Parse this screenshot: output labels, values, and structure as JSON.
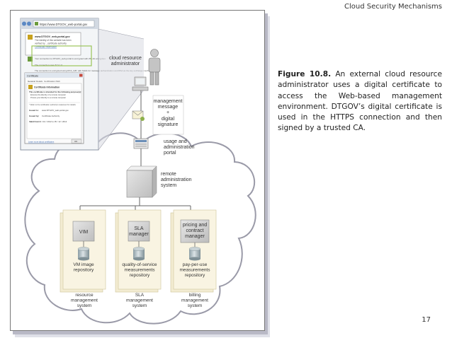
{
  "header": {
    "title": "Cloud Security Mechanisms"
  },
  "caption": {
    "label": "Figure 10.8.",
    "text": "An external cloud resource administrator uses a digital certificate to access the Web-based management environment. DTGOV’s digital certificate is used in the HTTPS connection and then signed by a trusted CA."
  },
  "page_number": "17",
  "browser": {
    "url": "https://www.DTGOV_web-portal.gov",
    "popup_lines": [
      "www.DTGOV_web-portal.gov",
      "The identity of this website has been",
      "verified by ...certificate authority",
      "Certificate information"
    ],
    "info_lines": [
      "Your connection to DTGOV_web-portal is encrypted with 256-bit encryption.",
      "The connection uses TLS 1.0.",
      "The connection is encrypted using RC4_128, with SHA1 for message authentication and RSA as the key exchange mechanism."
    ]
  },
  "certificate": {
    "title": "Certificate",
    "tabs": [
      "General",
      "Details",
      "Certification Path"
    ],
    "heading": "Certificate Information",
    "purpose_intro": "This certificate is intended for the following purpose(s):",
    "purposes": [
      "Ensures the identity of a remote computer",
      "Proves your identity to a remote computer"
    ],
    "note": "* Refer to the certification authority's statement for details.",
    "fields": [
      {
        "label": "Issued to:",
        "value": "www.DTGOV_web-portal.gov"
      },
      {
        "label": "Issued by:",
        "value": "Certificate Authority"
      },
      {
        "label": "Valid from",
        "value": "04 / 02 / 2012  to  05 / 12 / 2014"
      }
    ],
    "link": "Learn more about certificates",
    "ok_label": "OK"
  },
  "diagram": {
    "admin_label": [
      "cloud resource",
      "administrator"
    ],
    "message_label": [
      "management",
      "message",
      "+",
      "digital",
      "signature"
    ],
    "portal_label": [
      "usage and",
      "administration",
      "portal"
    ],
    "remote_label": [
      "remote",
      "administration",
      "system"
    ],
    "modules": [
      {
        "box": [
          "VIM"
        ],
        "repo": [
          "VM image",
          "repository"
        ],
        "system": [
          "resource",
          "management",
          "system"
        ]
      },
      {
        "box": [
          "SLA",
          "manager"
        ],
        "repo": [
          "quality-of-service",
          "measurements",
          "repository"
        ],
        "system": [
          "SLA",
          "management",
          "system"
        ]
      },
      {
        "box": [
          "pricing and",
          "contract",
          "manager"
        ],
        "repo": [
          "pay-per-use",
          "measurements",
          "repository"
        ],
        "system": [
          "billing",
          "management",
          "system"
        ]
      }
    ]
  }
}
